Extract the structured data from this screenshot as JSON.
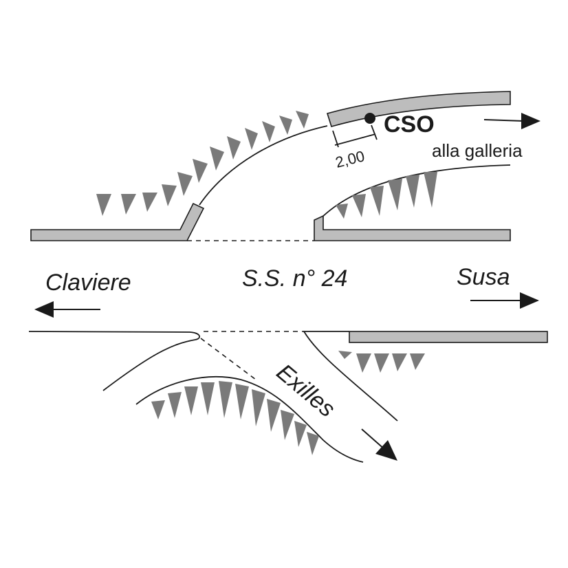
{
  "labels": {
    "main_road": "S.S. n° 24",
    "left_destination": "Claviere",
    "right_destination": "Susa",
    "branch_destination": "Exilles",
    "station": "CSO",
    "station_note": "alla galleria",
    "dimension": "2,00"
  },
  "colors": {
    "line": "#1a1a1a",
    "barrier_fill": "#bdbdbd",
    "slope_marks": "#7a7a7a",
    "background": "#ffffff"
  }
}
